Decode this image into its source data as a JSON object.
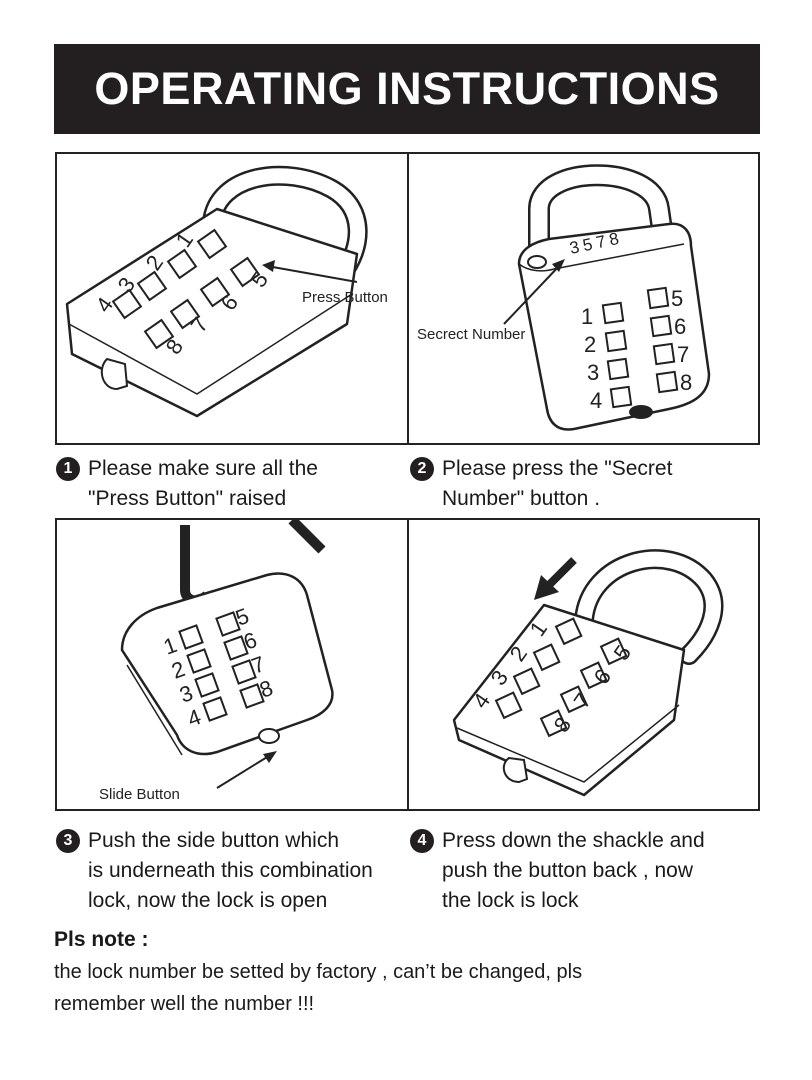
{
  "title": "OPERATING INSTRUCTIONS",
  "panels": {
    "p1": {
      "callout": "Press Button",
      "digits": [
        "1",
        "2",
        "3",
        "4",
        "5",
        "6",
        "7",
        "8"
      ]
    },
    "p2": {
      "callout": "Secrect Number",
      "code": "3578",
      "digits": [
        "1",
        "2",
        "3",
        "4",
        "5",
        "6",
        "7",
        "8"
      ]
    },
    "p3": {
      "callout": "Slide Button",
      "digits": [
        "1",
        "2",
        "3",
        "4",
        "5",
        "6",
        "7",
        "8"
      ]
    },
    "p4": {
      "digits": [
        "1",
        "2",
        "3",
        "4",
        "5",
        "6",
        "7",
        "8"
      ]
    }
  },
  "steps": [
    {
      "number": "1",
      "text": "Please make sure all the\n\"Press Button\" raised"
    },
    {
      "number": "2",
      "text": "Please press the \"Secret\nNumber\" button ."
    },
    {
      "number": "3",
      "text": "Push the side button which\nis underneath this combination\nlock, now the lock is open"
    },
    {
      "number": "4",
      "text": "Press down the shackle and\npush the button back , now\nthe lock is lock"
    }
  ],
  "note": {
    "title": "Pls note :",
    "body": "the lock number be setted by factory , can’t be changed, pls\nremember well the number !!!"
  }
}
